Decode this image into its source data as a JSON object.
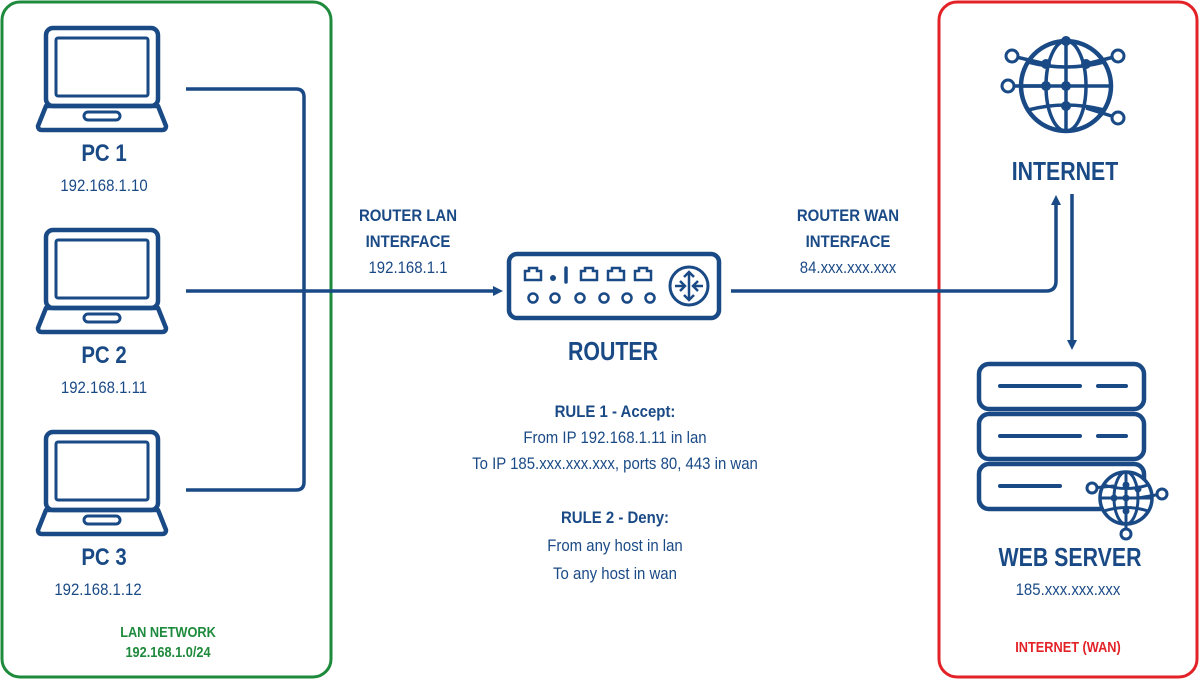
{
  "lan": {
    "title": "LAN NETWORK",
    "subnet": "192.168.1.0/24",
    "border_color": "#1e8a3c",
    "pcs": [
      {
        "name": "PC 1",
        "ip": "192.168.1.10"
      },
      {
        "name": "PC 2",
        "ip": "192.168.1.11"
      },
      {
        "name": "PC 3",
        "ip": "192.168.1.12"
      }
    ]
  },
  "router": {
    "label": "ROUTER",
    "lan_interface": {
      "line1": "ROUTER LAN",
      "line2": "INTERFACE",
      "ip": "192.168.1.1"
    },
    "wan_interface": {
      "line1": "ROUTER WAN",
      "line2": "INTERFACE",
      "ip": "84.xxx.xxx.xxx"
    }
  },
  "rules": [
    {
      "title": "RULE 1 - Accept:",
      "lines": [
        "From IP 192.168.1.11 in lan",
        "To IP 185.xxx.xxx.xxx, ports 80, 443 in wan"
      ]
    },
    {
      "title": "RULE 2 - Deny:",
      "lines": [
        "From any host in lan",
        "To any host in wan"
      ]
    }
  ],
  "internet": {
    "label": "INTERNET",
    "zone_label": "INTERNET (WAN)",
    "border_color": "#e32227"
  },
  "web_server": {
    "label": "WEB SERVER",
    "ip": "185.xxx.xxx.xxx"
  },
  "colors": {
    "primary": "#1a4a86",
    "lan_green": "#1e8a3c",
    "wan_red": "#e32227"
  },
  "icons": [
    "laptop-icon",
    "router-icon",
    "globe-icon",
    "server-icon"
  ]
}
